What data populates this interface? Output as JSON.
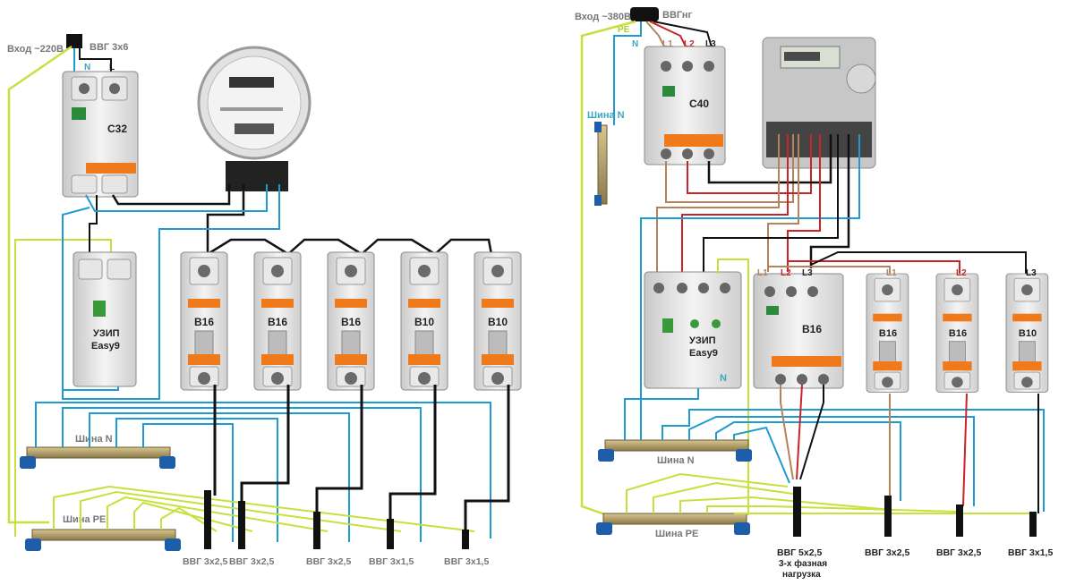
{
  "colors": {
    "neutral": "#1e9bd1",
    "pe": "#c8e03c",
    "phase": "#111111",
    "l1": "#b5825a",
    "l2": "#c8242a",
    "l3": "#111111",
    "breaker_orange": "#f07a1a",
    "busbar_cap": "#1e5ea8"
  },
  "left": {
    "input_label": "Вход ~220В",
    "input_cable": "ВВГ 3х6",
    "n_label": "N",
    "l_label": "L",
    "main_breaker": "C32",
    "uzip_line1": "УЗИП",
    "uzip_line2": "Easy9",
    "breakers": [
      "B16",
      "B16",
      "B16",
      "B10",
      "B10"
    ],
    "bus_n_label": "Шина N",
    "bus_pe_label": "Шина PE",
    "cables": [
      "ВВГ 3х2,5",
      "ВВГ 3х2,5",
      "ВВГ 3х2,5",
      "ВВГ 3х1,5",
      "ВВГ 3х1,5"
    ]
  },
  "right": {
    "input_label": "Вход ~380В",
    "input_cable": "ВВГнг",
    "pe_label": "PE",
    "n_label": "N",
    "phases": [
      "L1",
      "L2",
      "L3"
    ],
    "main_breaker": "C40",
    "bus_n_side_label": "Шина N",
    "uzip_line1": "УЗИП",
    "uzip_line2": "Easy9",
    "uzip_n": "N",
    "three_phase_breaker": "B16",
    "breakers": [
      {
        "phase": "L1",
        "label": "B16"
      },
      {
        "phase": "L2",
        "label": "B16"
      },
      {
        "phase": "L3",
        "label": "B10"
      }
    ],
    "bus_n_label": "Шина N",
    "bus_pe_label": "Шина PE",
    "cables": [
      "ВВГ 5х2,5",
      "ВВГ 3х2,5",
      "ВВГ 3х2,5",
      "ВВГ 3х1,5"
    ],
    "three_phase_note_1": "3-х фазная",
    "three_phase_note_2": "нагрузка"
  }
}
